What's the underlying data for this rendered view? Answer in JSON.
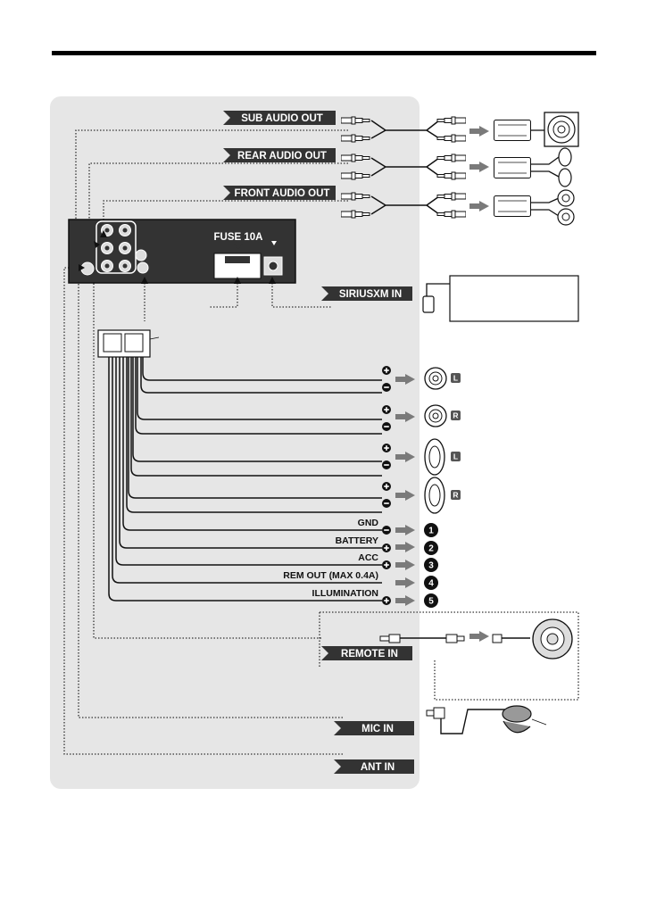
{
  "colors": {
    "panel": "#e6e6e6",
    "tag": "#333333",
    "wire": "#111111",
    "arrow": "#7a7a7a",
    "rule": "#000000"
  },
  "tags": {
    "sub_audio_out": "SUB AUDIO OUT",
    "rear_audio_out": "REAR AUDIO OUT",
    "front_audio_out": "FRONT AUDIO OUT",
    "fuse": "FUSE 10A",
    "siriusxm_in": "SIRIUSXM IN",
    "remote_in": "REMOTE IN",
    "mic_in": "MIC IN",
    "ant_in": "ANT IN"
  },
  "wires": {
    "gnd": "GND",
    "battery": "BATTERY",
    "acc": "ACC",
    "rem_out": "REM OUT (MAX 0.4A)",
    "illumination": "ILLUMINATION"
  },
  "badges": {
    "n1": "1",
    "n2": "2",
    "n3": "3",
    "n4": "4",
    "n5": "5",
    "left": "L",
    "right": "R"
  },
  "icons": {
    "rca_plug": "rca-plug-icon",
    "amplifier": "amplifier-icon",
    "subwoofer": "subwoofer-icon",
    "speaker_round": "speaker-round-icon",
    "speaker_oval": "speaker-oval-icon",
    "plus": "plus-icon",
    "minus": "minus-icon",
    "arrow": "arrow-right-icon",
    "steering_remote": "steering-wheel-remote-icon",
    "microphone": "microphone-icon",
    "siriusxm_tuner": "siriusxm-connector-icon"
  }
}
